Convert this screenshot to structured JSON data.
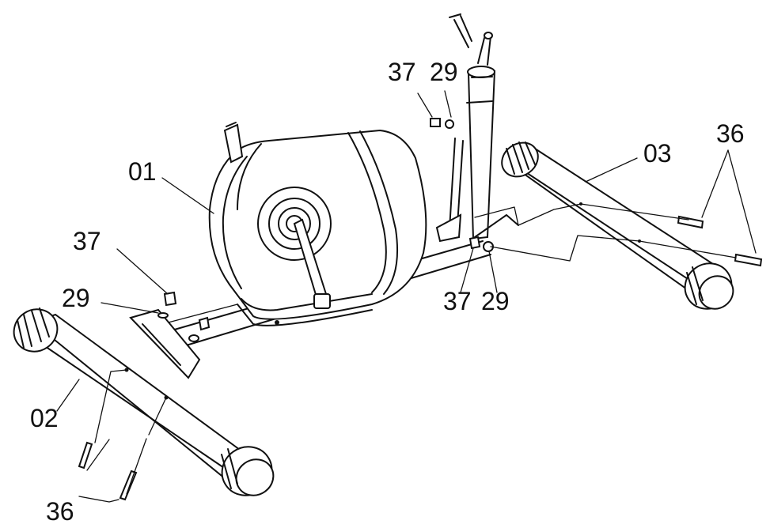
{
  "labels": {
    "part_01": "01",
    "part_02": "02",
    "part_03": "03",
    "bolt_36_right": "36",
    "bolt_36_left": "36",
    "bolt_37_top": "37",
    "washer_29_top": "29",
    "bolt_37_left": "37",
    "washer_29_left": "29",
    "bolt_37_mid": "37",
    "washer_29_mid": "29"
  }
}
